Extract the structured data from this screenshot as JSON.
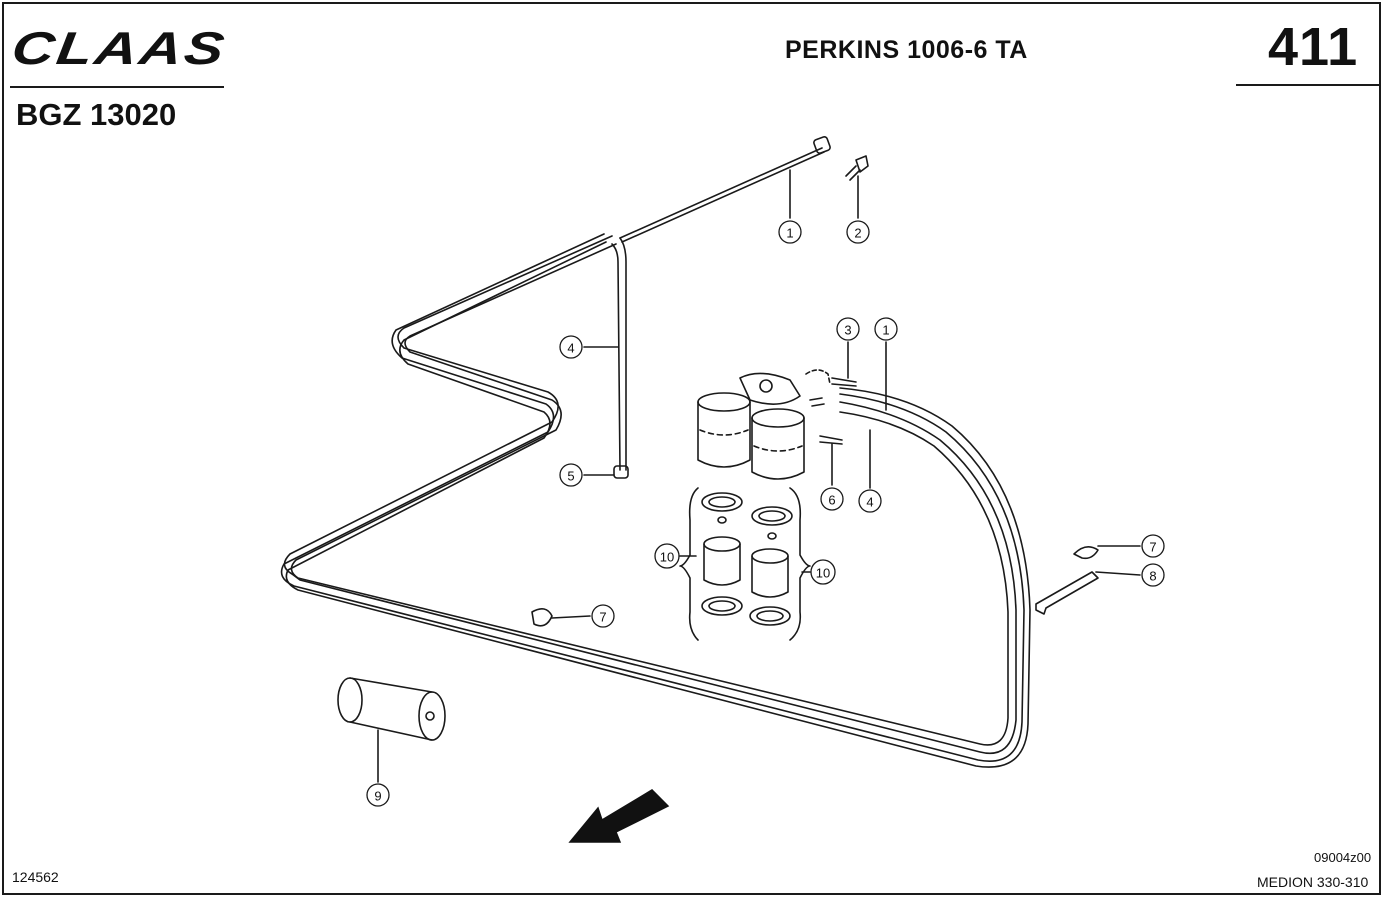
{
  "header": {
    "brand_logo_text": "CLAAS",
    "title": "PERKINS 1006-6 TA",
    "page_number": "411",
    "group_code": "BGZ 13020"
  },
  "footer": {
    "drawing_number": "124562",
    "document_code": "09004z00",
    "machine": "MEDION 330-310"
  },
  "callouts": [
    {
      "label": "1",
      "part": "fuel-line-upper"
    },
    {
      "label": "2",
      "part": "banjo-bolt"
    },
    {
      "label": "3",
      "part": "screw"
    },
    {
      "label": "1",
      "part": "fuel-line-loop"
    },
    {
      "label": "4",
      "part": "fuel-line-vertical"
    },
    {
      "label": "5",
      "part": "nut"
    },
    {
      "label": "6",
      "part": "fitting"
    },
    {
      "label": "4",
      "part": "fuel-line-filter"
    },
    {
      "label": "10",
      "part": "filter-kit-left"
    },
    {
      "label": "10",
      "part": "filter-kit-right"
    },
    {
      "label": "7",
      "part": "clip-right"
    },
    {
      "label": "8",
      "part": "bracket"
    },
    {
      "label": "7",
      "part": "clip-left"
    },
    {
      "label": "9",
      "part": "oil-filter"
    }
  ]
}
